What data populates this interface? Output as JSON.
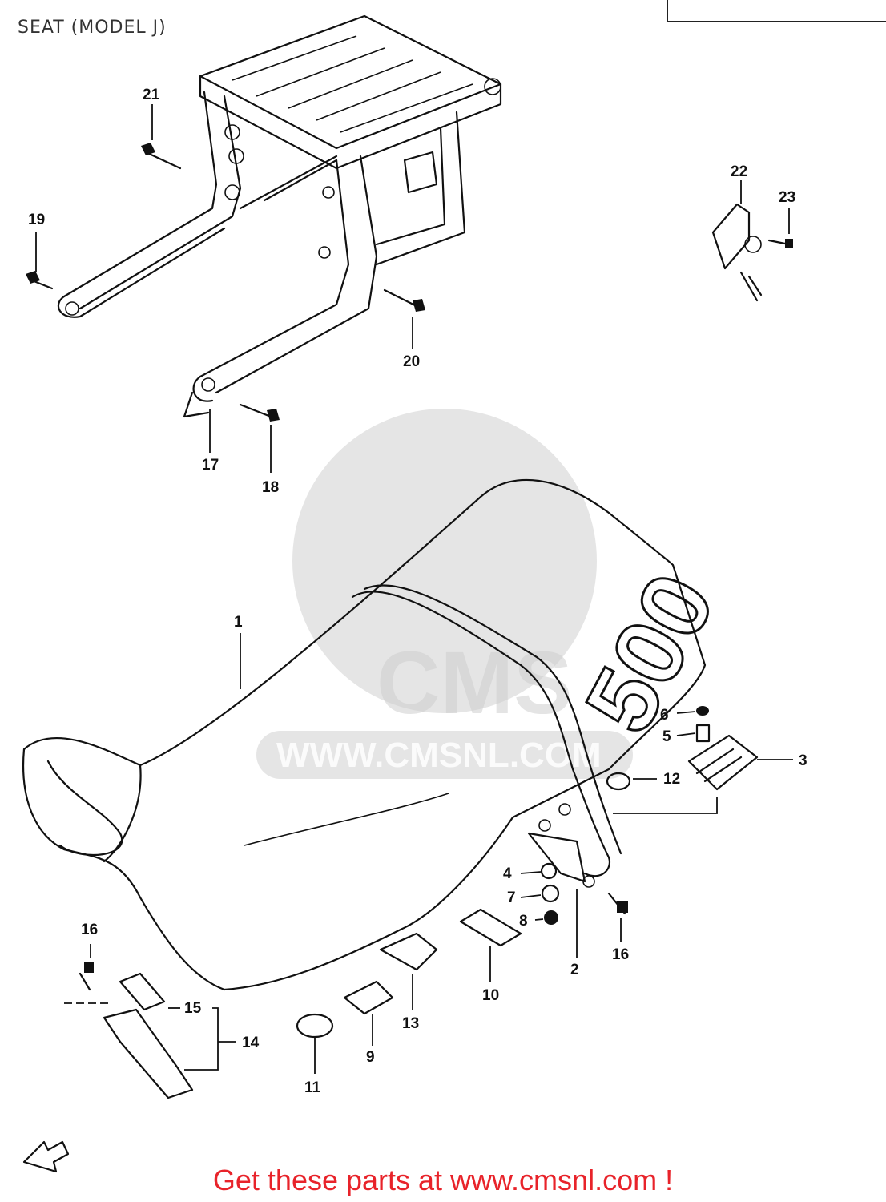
{
  "title": "SEAT (MODEL J)",
  "footer": {
    "link_text": "Get these parts at www.cmsnl.com !"
  },
  "watermark": {
    "text": "WWW.CMSNL.COM",
    "logo_text": "CMS"
  },
  "seat_badge": "500",
  "part_labels": [
    "1",
    "2",
    "3",
    "4",
    "5",
    "6",
    "7",
    "8",
    "9",
    "10",
    "11",
    "12",
    "13",
    "14",
    "15",
    "16",
    "16",
    "17",
    "18",
    "19",
    "20",
    "21",
    "22",
    "23"
  ],
  "colors": {
    "accent": "#e8232a",
    "ink": "#111111"
  }
}
